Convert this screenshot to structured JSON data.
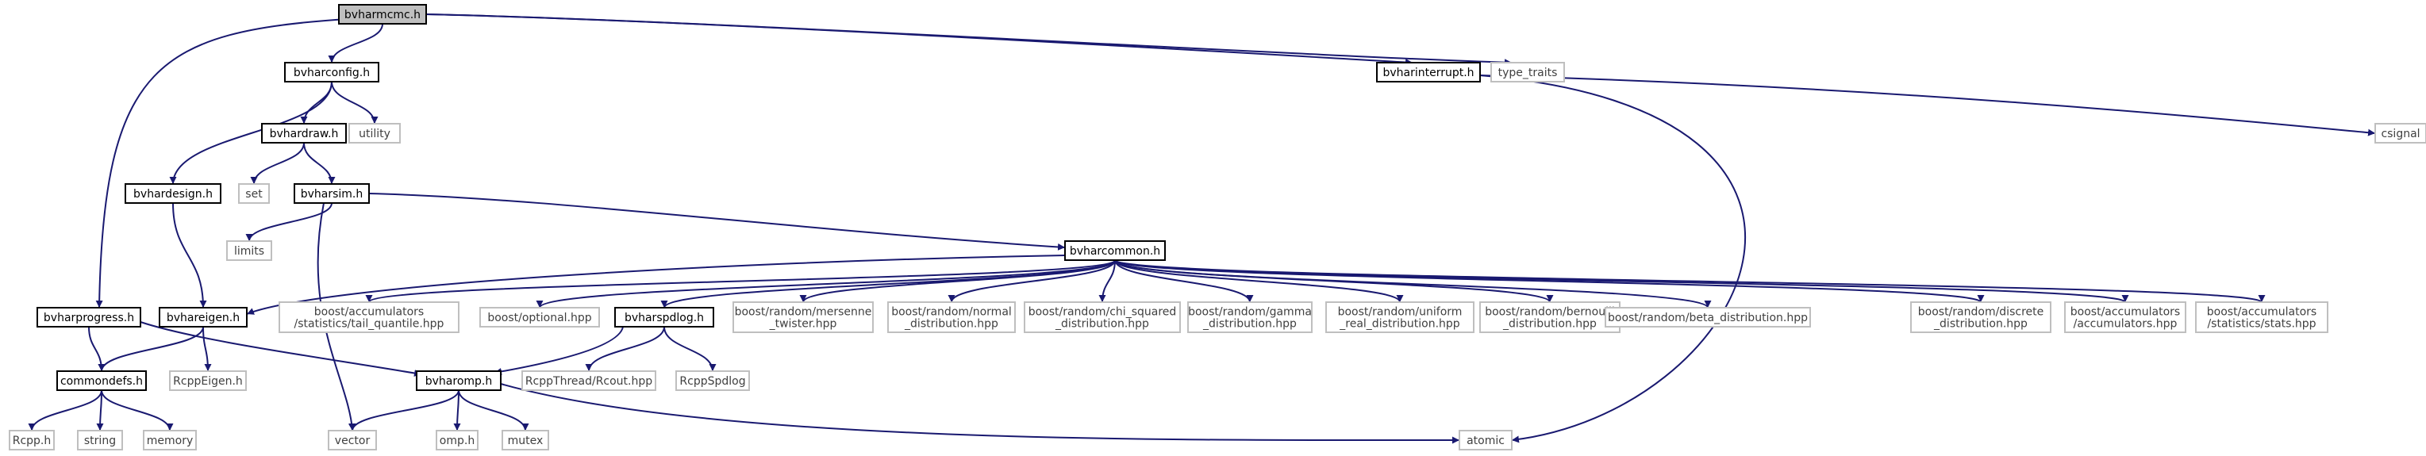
{
  "colors": {
    "edge": "#191970",
    "root_fill": "#bfbfbf",
    "local_border": "#000000",
    "system_border": "#bfbfbf",
    "system_text": "#404040",
    "text": "#000000"
  },
  "nodes": [
    {
      "id": "bvharmcmc",
      "lines": [
        "bvharmcmc.h"
      ],
      "kind": "root"
    },
    {
      "id": "bvharconfig",
      "lines": [
        "bvharconfig.h"
      ],
      "kind": "local"
    },
    {
      "id": "bvharinterrupt",
      "lines": [
        "bvharinterrupt.h"
      ],
      "kind": "local"
    },
    {
      "id": "type_traits",
      "lines": [
        "type_traits"
      ],
      "kind": "system"
    },
    {
      "id": "csignal",
      "lines": [
        "csignal"
      ],
      "kind": "system"
    },
    {
      "id": "bvhardraw",
      "lines": [
        "bvhardraw.h"
      ],
      "kind": "local"
    },
    {
      "id": "utility",
      "lines": [
        "utility"
      ],
      "kind": "system"
    },
    {
      "id": "bvhardesign",
      "lines": [
        "bvhardesign.h"
      ],
      "kind": "local"
    },
    {
      "id": "set",
      "lines": [
        "set"
      ],
      "kind": "system"
    },
    {
      "id": "bvharsim",
      "lines": [
        "bvharsim.h"
      ],
      "kind": "local"
    },
    {
      "id": "limits",
      "lines": [
        "limits"
      ],
      "kind": "system"
    },
    {
      "id": "bvharcommon",
      "lines": [
        "bvharcommon.h"
      ],
      "kind": "local"
    },
    {
      "id": "bvharprogress",
      "lines": [
        "bvharprogress.h"
      ],
      "kind": "local"
    },
    {
      "id": "bvhareigen",
      "lines": [
        "bvhareigen.h"
      ],
      "kind": "local"
    },
    {
      "id": "tail_quantile",
      "lines": [
        "boost/accumulators",
        "/statistics/tail_quantile.hpp"
      ],
      "kind": "system"
    },
    {
      "id": "optional",
      "lines": [
        "boost/optional.hpp"
      ],
      "kind": "system"
    },
    {
      "id": "bvharspdlog",
      "lines": [
        "bvharspdlog.h"
      ],
      "kind": "local"
    },
    {
      "id": "mersenne",
      "lines": [
        "boost/random/mersenne",
        "_twister.hpp"
      ],
      "kind": "system"
    },
    {
      "id": "normal",
      "lines": [
        "boost/random/normal",
        "_distribution.hpp"
      ],
      "kind": "system"
    },
    {
      "id": "chi_squared",
      "lines": [
        "boost/random/chi_squared",
        "_distribution.hpp"
      ],
      "kind": "system"
    },
    {
      "id": "gamma",
      "lines": [
        "boost/random/gamma",
        "_distribution.hpp"
      ],
      "kind": "system"
    },
    {
      "id": "uniform_real",
      "lines": [
        "boost/random/uniform",
        "_real_distribution.hpp"
      ],
      "kind": "system"
    },
    {
      "id": "bernoulli",
      "lines": [
        "boost/random/bernoulli",
        "_distribution.hpp"
      ],
      "kind": "system"
    },
    {
      "id": "beta",
      "lines": [
        "boost/random/beta_distribution.hpp"
      ],
      "kind": "system"
    },
    {
      "id": "discrete",
      "lines": [
        "boost/random/discrete",
        "_distribution.hpp"
      ],
      "kind": "system"
    },
    {
      "id": "accumulators",
      "lines": [
        "boost/accumulators",
        "/accumulators.hpp"
      ],
      "kind": "system"
    },
    {
      "id": "stats",
      "lines": [
        "boost/accumulators",
        "/statistics/stats.hpp"
      ],
      "kind": "system"
    },
    {
      "id": "commondefs",
      "lines": [
        "commondefs.h"
      ],
      "kind": "local"
    },
    {
      "id": "RcppEigen",
      "lines": [
        "RcppEigen.h"
      ],
      "kind": "system"
    },
    {
      "id": "bvharomp",
      "lines": [
        "bvharomp.h"
      ],
      "kind": "local"
    },
    {
      "id": "RcppThread",
      "lines": [
        "RcppThread/Rcout.hpp"
      ],
      "kind": "system"
    },
    {
      "id": "RcppSpdlog",
      "lines": [
        "RcppSpdlog"
      ],
      "kind": "system"
    },
    {
      "id": "Rcpp",
      "lines": [
        "Rcpp.h"
      ],
      "kind": "system"
    },
    {
      "id": "string",
      "lines": [
        "string"
      ],
      "kind": "system"
    },
    {
      "id": "memory",
      "lines": [
        "memory"
      ],
      "kind": "system"
    },
    {
      "id": "vector",
      "lines": [
        "vector"
      ],
      "kind": "system"
    },
    {
      "id": "omp",
      "lines": [
        "omp.h"
      ],
      "kind": "system"
    },
    {
      "id": "mutex",
      "lines": [
        "mutex"
      ],
      "kind": "system"
    },
    {
      "id": "atomic",
      "lines": [
        "atomic"
      ],
      "kind": "system"
    }
  ],
  "edges": [
    [
      "bvharmcmc",
      "bvharconfig"
    ],
    [
      "bvharmcmc",
      "bvharinterrupt"
    ],
    [
      "bvharmcmc",
      "type_traits"
    ],
    [
      "bvharmcmc",
      "bvharprogress"
    ],
    [
      "bvharconfig",
      "bvhardraw"
    ],
    [
      "bvharconfig",
      "utility"
    ],
    [
      "bvharconfig",
      "bvhardesign"
    ],
    [
      "bvharinterrupt",
      "csignal"
    ],
    [
      "bvharinterrupt",
      "atomic"
    ],
    [
      "bvhardraw",
      "set"
    ],
    [
      "bvhardraw",
      "bvharsim"
    ],
    [
      "bvhardesign",
      "bvhareigen"
    ],
    [
      "bvharsim",
      "limits"
    ],
    [
      "bvharsim",
      "bvharcommon"
    ],
    [
      "bvharsim",
      "vector"
    ],
    [
      "bvharcommon",
      "bvhareigen"
    ],
    [
      "bvharcommon",
      "tail_quantile"
    ],
    [
      "bvharcommon",
      "optional"
    ],
    [
      "bvharcommon",
      "bvharspdlog"
    ],
    [
      "bvharcommon",
      "mersenne"
    ],
    [
      "bvharcommon",
      "normal"
    ],
    [
      "bvharcommon",
      "chi_squared"
    ],
    [
      "bvharcommon",
      "gamma"
    ],
    [
      "bvharcommon",
      "uniform_real"
    ],
    [
      "bvharcommon",
      "bernoulli"
    ],
    [
      "bvharcommon",
      "beta"
    ],
    [
      "bvharcommon",
      "discrete"
    ],
    [
      "bvharcommon",
      "accumulators"
    ],
    [
      "bvharcommon",
      "stats"
    ],
    [
      "bvharprogress",
      "commondefs"
    ],
    [
      "bvharprogress",
      "bvharomp"
    ],
    [
      "bvhareigen",
      "commondefs"
    ],
    [
      "bvhareigen",
      "RcppEigen"
    ],
    [
      "bvharspdlog",
      "bvharomp"
    ],
    [
      "bvharspdlog",
      "RcppThread"
    ],
    [
      "bvharspdlog",
      "RcppSpdlog"
    ],
    [
      "commondefs",
      "Rcpp"
    ],
    [
      "commondefs",
      "string"
    ],
    [
      "commondefs",
      "memory"
    ],
    [
      "bvharomp",
      "vector"
    ],
    [
      "bvharomp",
      "omp"
    ],
    [
      "bvharomp",
      "mutex"
    ],
    [
      "bvharomp",
      "atomic"
    ]
  ]
}
